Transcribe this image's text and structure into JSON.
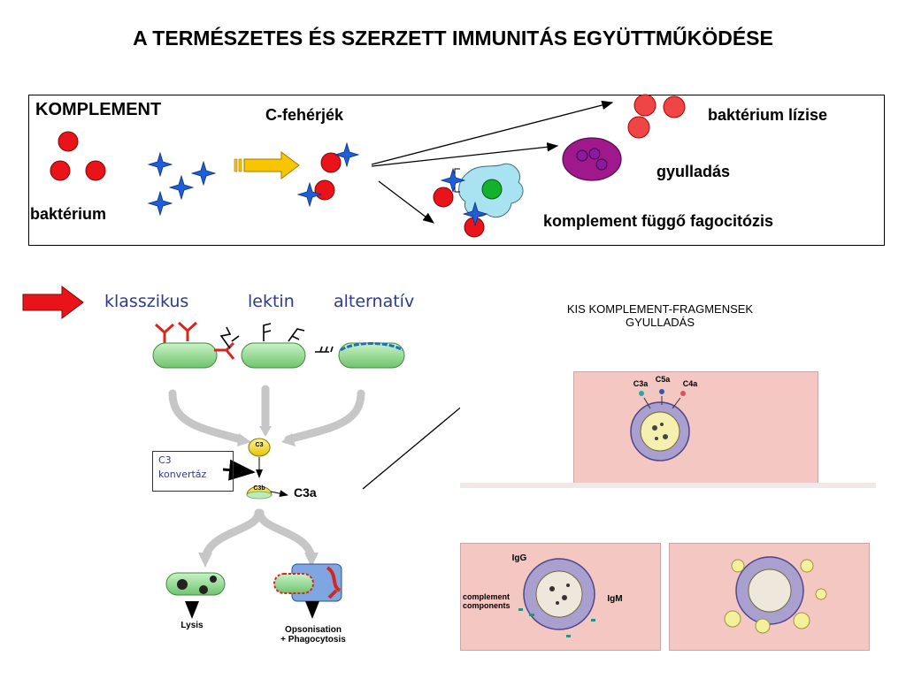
{
  "page": {
    "title": "A TERMÉSZETES ÉS SZERZETT IMMUNITÁS EGYÜTTMŰKÖDÉSE"
  },
  "top_box": {
    "komplement": "KOMPLEMENT",
    "c_proteins": "C-fehérjék",
    "bacterium": "baktérium",
    "lysis": "baktérium lízise",
    "inflammation": "gyulladás",
    "phagocytosis": "komplement függő fagocitózis"
  },
  "pathways": {
    "classical": "klasszikus",
    "lectin": "lektin",
    "alternative": "alternatív",
    "c3": "C3",
    "c3b": "C3b",
    "c3_convertase_line1": "C3",
    "c3_convertase_line2": "konvertáz",
    "c3a": "C3a",
    "lysis_out": "Lysis",
    "opsonisation_line1": "Opsonisation",
    "opsonisation_line2": "+ Phagocytosis"
  },
  "right_panel": {
    "heading_line1": "KIS KOMPLEMENT-FRAGMENSEK",
    "heading_line2": "GYULLADÁS",
    "c3a": "C3a",
    "c5a": "C5a",
    "c4a": "C4a",
    "igg": "IgG",
    "igm": "IgM",
    "complement_line1": "complement",
    "complement_line2": "components"
  },
  "colors": {
    "bacteria_red": "#e8141a",
    "star_blue": "#1e5fd8",
    "arrow_yellow": "#f7c600",
    "red_arrow": "#e8141a",
    "pill_green": "#8fdc8f",
    "panel_pink": "#f4c7c3"
  }
}
